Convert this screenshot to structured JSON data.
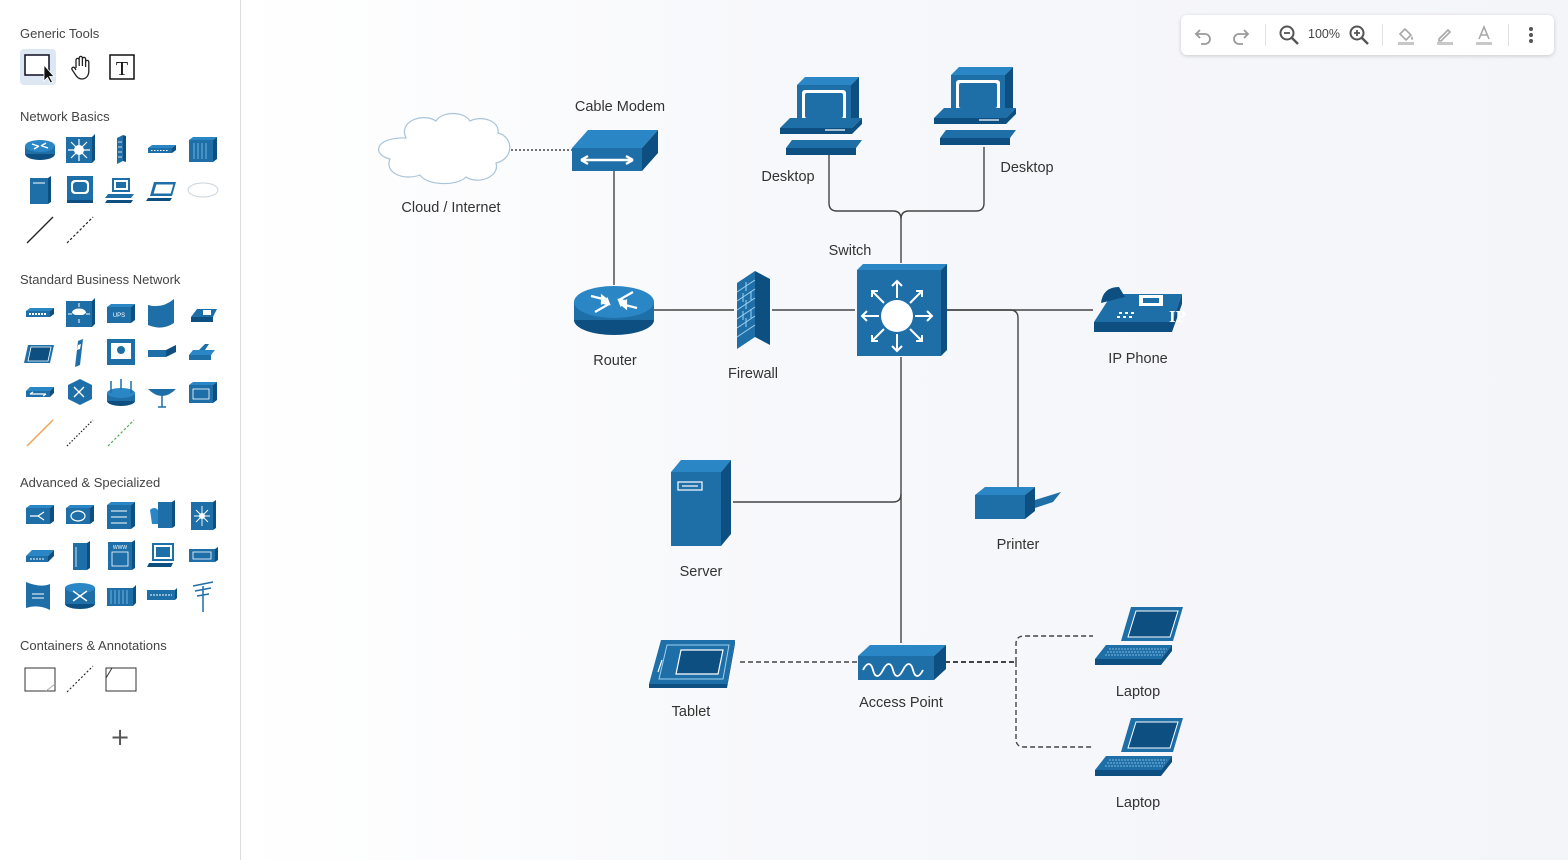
{
  "sidebar": {
    "sections": [
      {
        "title": "Generic Tools"
      },
      {
        "title": "Network Basics"
      },
      {
        "title": "Standard Business Network"
      },
      {
        "title": "Advanced & Specialized"
      },
      {
        "title": "Containers & Annotations"
      }
    ],
    "add_label": "+"
  },
  "toolbar": {
    "zoom": "100%",
    "buttons": [
      "undo-icon",
      "redo-icon",
      "zoom-out-icon",
      "zoom-in-icon",
      "fill-color-icon",
      "line-color-icon",
      "font-color-icon",
      "more-icon"
    ]
  },
  "diagram": {
    "nodes": {
      "cloud": "Cloud / Internet",
      "modem": "Cable Modem",
      "desktop1": "Desktop",
      "desktop2": "Desktop",
      "switch": "Switch",
      "router": "Router",
      "firewall": "Firewall",
      "ipphone": "IP Phone",
      "server": "Server",
      "printer": "Printer",
      "tablet": "Tablet",
      "ap": "Access Point",
      "laptop1": "Laptop",
      "laptop2": "Laptop"
    }
  },
  "colors": {
    "device": "#1e6fa8",
    "device_dark": "#0d4f80",
    "accent": "#1b74b5"
  }
}
